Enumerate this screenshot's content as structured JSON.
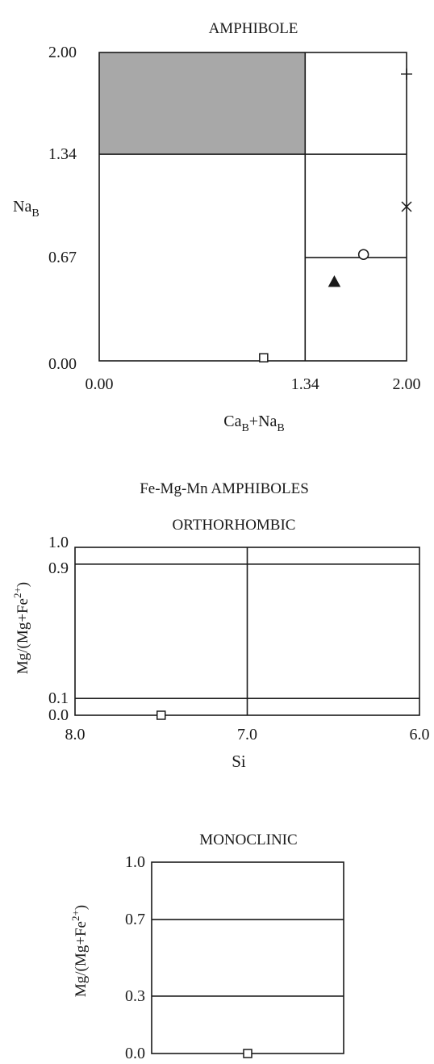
{
  "chart_data": [
    {
      "type": "scatter",
      "title": "AMPHIBOLE",
      "xlabel": "Ca_B+Na_B",
      "ylabel": "Na_B",
      "xlim": [
        0,
        2
      ],
      "ylim": [
        0,
        2
      ],
      "xticks": [
        0,
        1.34,
        2
      ],
      "xtick_labels": [
        "0.00",
        "1.34",
        "2.00"
      ],
      "yticks": [
        0,
        0.67,
        1.34,
        2
      ],
      "ytick_labels": [
        "0.00",
        "0.67",
        "1.34",
        "2.00"
      ],
      "shaded_region": {
        "x": [
          0,
          1.34
        ],
        "y": [
          1.34,
          2
        ],
        "color": "#a8a8a8"
      },
      "field_lines": [
        {
          "x1": 0,
          "y1": 1.34,
          "x2": 2,
          "y2": 1.34
        },
        {
          "x1": 1.34,
          "y1": 0,
          "x2": 1.34,
          "y2": 2
        },
        {
          "x1": 1.34,
          "y1": 0.67,
          "x2": 2,
          "y2": 0.67
        }
      ],
      "points": [
        {
          "marker": "plus",
          "x": 2.0,
          "y": 1.86
        },
        {
          "marker": "x",
          "x": 2.0,
          "y": 1.0
        },
        {
          "marker": "circle",
          "x": 1.72,
          "y": 0.69
        },
        {
          "marker": "triangle",
          "x": 1.53,
          "y": 0.51
        },
        {
          "marker": "square",
          "x": 1.07,
          "y": 0.02
        }
      ],
      "grid": false
    },
    {
      "type": "scatter",
      "suptitle": "Fe-Mg-Mn AMPHIBOLES",
      "title": "ORTHORHOMBIC",
      "xlabel": "Si",
      "ylabel": "Mg/(Mg+Fe2+)",
      "xlim": [
        8,
        6
      ],
      "ylim": [
        0,
        1
      ],
      "xticks": [
        8,
        7,
        6
      ],
      "xtick_labels": [
        "8.0",
        "7.0",
        "6.0"
      ],
      "yticks": [
        0,
        0.1,
        0.9,
        1
      ],
      "ytick_labels": [
        "0.0",
        "0.1",
        "0.9",
        "1.0"
      ],
      "field_lines": [
        {
          "x1": 8,
          "y1": 0.9,
          "x2": 6,
          "y2": 0.9
        },
        {
          "x1": 8,
          "y1": 0.1,
          "x2": 6,
          "y2": 0.1
        },
        {
          "x1": 7,
          "y1": 0,
          "x2": 7,
          "y2": 1
        }
      ],
      "points": [
        {
          "marker": "square",
          "x": 7.5,
          "y": 0.0
        }
      ],
      "grid": false
    },
    {
      "type": "scatter",
      "title": "MONOCLINIC",
      "xlabel": "",
      "ylabel": "Mg/(Mg+Fe2+)",
      "xlim": [
        0,
        1
      ],
      "ylim": [
        0,
        1
      ],
      "yticks": [
        0,
        0.3,
        0.7,
        1
      ],
      "ytick_labels": [
        "0.0",
        "0.3",
        "0.7",
        "1.0"
      ],
      "field_lines": [
        {
          "x1": 0,
          "y1": 0.7,
          "x2": 1,
          "y2": 0.7
        },
        {
          "x1": 0,
          "y1": 0.3,
          "x2": 1,
          "y2": 0.3
        }
      ],
      "points": [
        {
          "marker": "square",
          "x": 0.5,
          "y": 0.0
        }
      ],
      "grid": false
    }
  ]
}
